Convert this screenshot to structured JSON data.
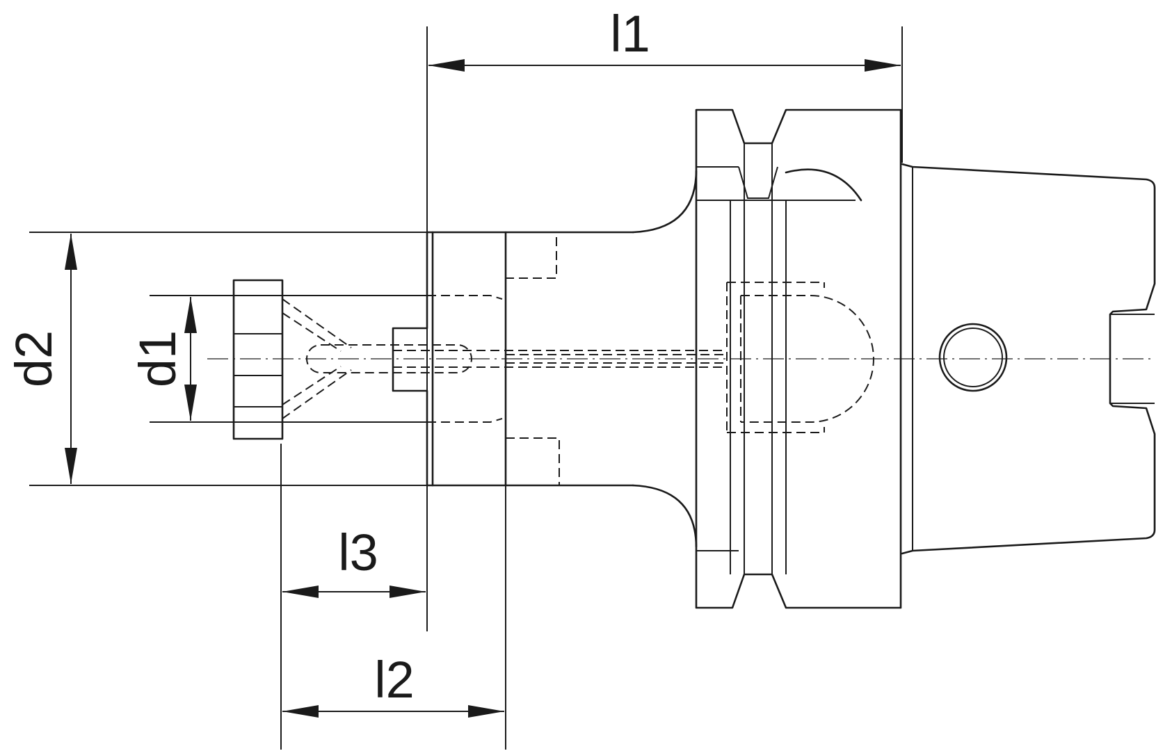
{
  "dimensions": {
    "l1": "l1",
    "l2": "l2",
    "l3": "l3",
    "d1": "d1",
    "d2": "d2"
  },
  "colors": {
    "line": "#1a1a1a",
    "background": "#ffffff"
  }
}
